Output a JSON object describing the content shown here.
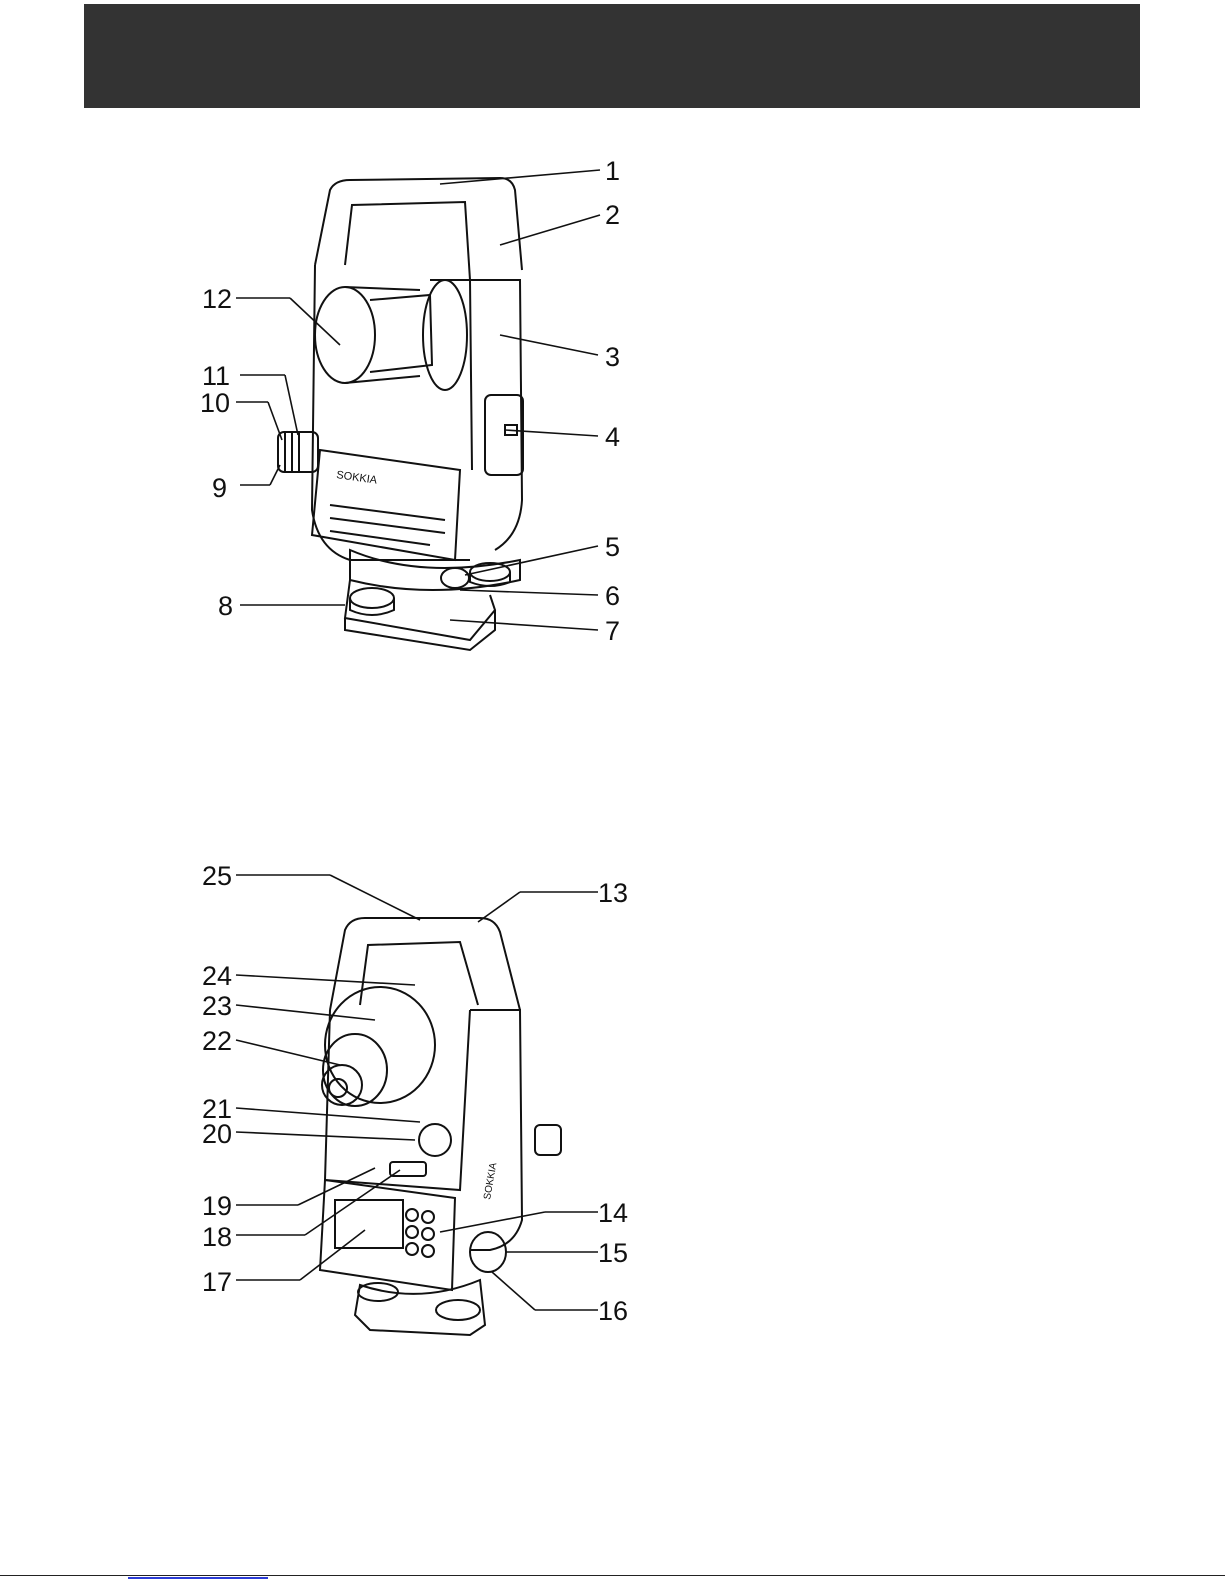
{
  "header": {
    "title": ""
  },
  "figure_front": {
    "brand": "SOKKIA",
    "callouts": [
      "1",
      "2",
      "3",
      "4",
      "5",
      "6",
      "7",
      "8",
      "9",
      "10",
      "11",
      "12"
    ]
  },
  "figure_back": {
    "brand": "SOKKIA",
    "callouts": [
      "25",
      "13",
      "24",
      "23",
      "22",
      "21",
      "20",
      "19",
      "18",
      "17",
      "14",
      "15",
      "16"
    ]
  },
  "colors": {
    "header_band": "#333333",
    "ink": "#111111",
    "footer_link": "#2a3bd6"
  }
}
